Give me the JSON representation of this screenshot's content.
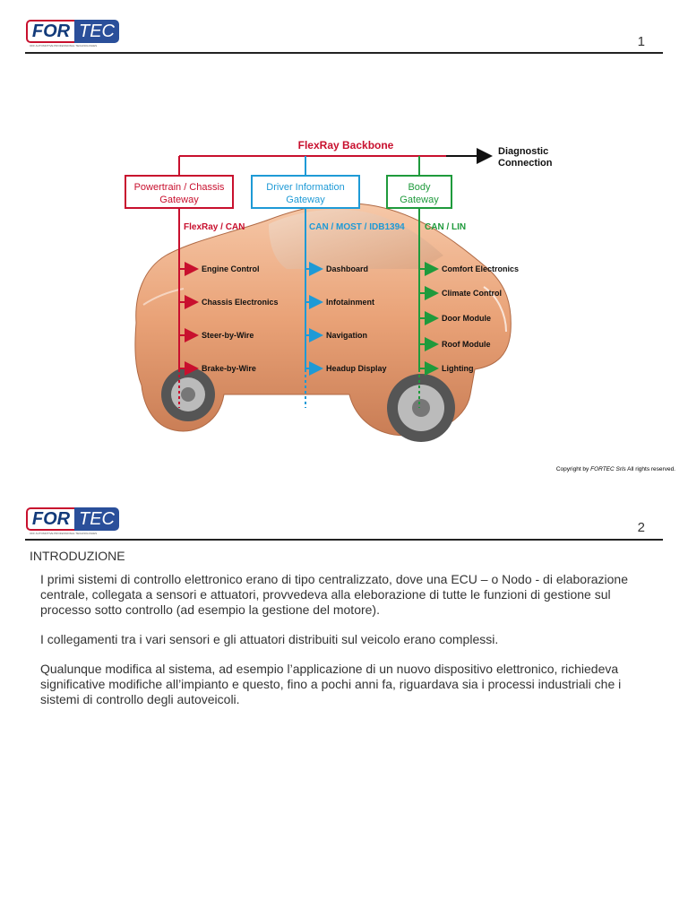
{
  "header": {
    "logo_left": "FOR",
    "logo_right": "TEC",
    "logo_tagline": "OFF AUTOMOTIVE PROFESSIONAL TECHNOLOGIES"
  },
  "slide1": {
    "page_number": "1",
    "diagram": {
      "backbone": "FlexRay Backbone",
      "diagnostic": [
        "Diagnostic",
        "Connection"
      ],
      "gateways": {
        "powertrain": [
          "Powertrain / Chassis",
          "Gateway"
        ],
        "driver": [
          "Driver Information",
          "Gateway"
        ],
        "body": [
          "Body",
          "Gateway"
        ]
      },
      "buses": {
        "powertrain": "FlexRay / CAN",
        "driver": "CAN / MOST / IDB1394",
        "body": "CAN / LIN"
      },
      "powertrain_items": [
        "Engine Control",
        "Chassis Electronics",
        "Steer-by-Wire",
        "Brake-by-Wire"
      ],
      "driver_items": [
        "Dashboard",
        "Infotainment",
        "Navigation",
        "Headup Display"
      ],
      "body_items": [
        "Comfort Electronics",
        "Climate Control",
        "Door Module",
        "Roof Module",
        "Lighting"
      ],
      "colors": {
        "red": "#c8102e",
        "blue": "#1e9ad6",
        "green": "#1f9a3c",
        "car": "#e9a277"
      }
    },
    "copyright": {
      "prefix": "Copyright by ",
      "brand": "FORTEC Srls",
      "suffix": " All rights reserved."
    }
  },
  "slide2": {
    "page_number": "2",
    "heading": "INTRODUZIONE",
    "paragraphs": [
      "I primi sistemi di controllo elettronico erano di tipo centralizzato, dove una ECU – o Nodo - di elaborazione centrale, collegata a sensori e attuatori, provvedeva alla eleborazione di tutte le funzioni di gestione sul processo sotto controllo (ad esempio la gestione del motore).",
      "I collegamenti tra i vari sensori e gli attuatori distribuiti sul veicolo erano complessi.",
      "Qualunque modifica al sistema, ad esempio l’applicazione di un nuovo dispositivo elettronico, richiedeva significative modifiche all’impianto e questo, fino a pochi anni fa, riguardava sia i processi industriali che i sistemi di controllo degli autoveicoli."
    ]
  }
}
